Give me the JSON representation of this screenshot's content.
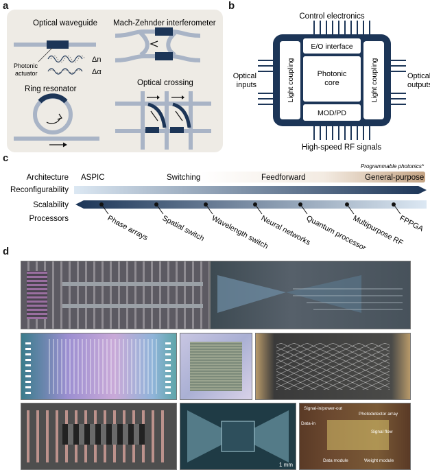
{
  "panels": {
    "a": "a",
    "b": "b",
    "c": "c",
    "d": "d"
  },
  "a": {
    "waveguide_title": "Optical waveguide",
    "actuator_label_1": "Photonic",
    "actuator_label_2": "actuator",
    "delta_n": "Δn",
    "delta_alpha": "Δα",
    "mzi_title": "Mach-Zehnder interferometer",
    "ring_title": "Ring resonator",
    "crossing_title": "Optical crossing"
  },
  "b": {
    "control": "Control electronics",
    "eo": "E/O interface",
    "core_1": "Photonic",
    "core_2": "core",
    "light_left": "Light coupling",
    "light_right": "Light coupling",
    "mod": "MOD/PD",
    "inputs_1": "Optical",
    "inputs_2": "inputs",
    "outputs_1": "Optical",
    "outputs_2": "outputs",
    "rf": "High-speed RF signals"
  },
  "c": {
    "row_architecture": "Architecture",
    "row_reconfig": "Reconfigurability",
    "row_scal": "Scalability",
    "row_proc": "Processors",
    "arch": [
      "ASPIC",
      "Switching",
      "Feedforward",
      "General-purpose"
    ],
    "prog_note": "Programmable photonics*",
    "processors": [
      "Phase arrays",
      "Spatial switch",
      "Wavelength switch",
      "Neural networks",
      "Quantum processor",
      "Multipurpose RF",
      "FPPGA"
    ]
  },
  "d": {
    "scale": "1 mm",
    "annotations": [
      "Signal-in/power-out",
      "Photodetector array",
      "Data-in",
      "Signal flow",
      "Data module",
      "Weight module"
    ]
  },
  "colors": {
    "waveguide": "#a9b4c6",
    "navy": "#1c3557",
    "accent": "#c4a484",
    "gradient_light": "#dce8f3"
  }
}
